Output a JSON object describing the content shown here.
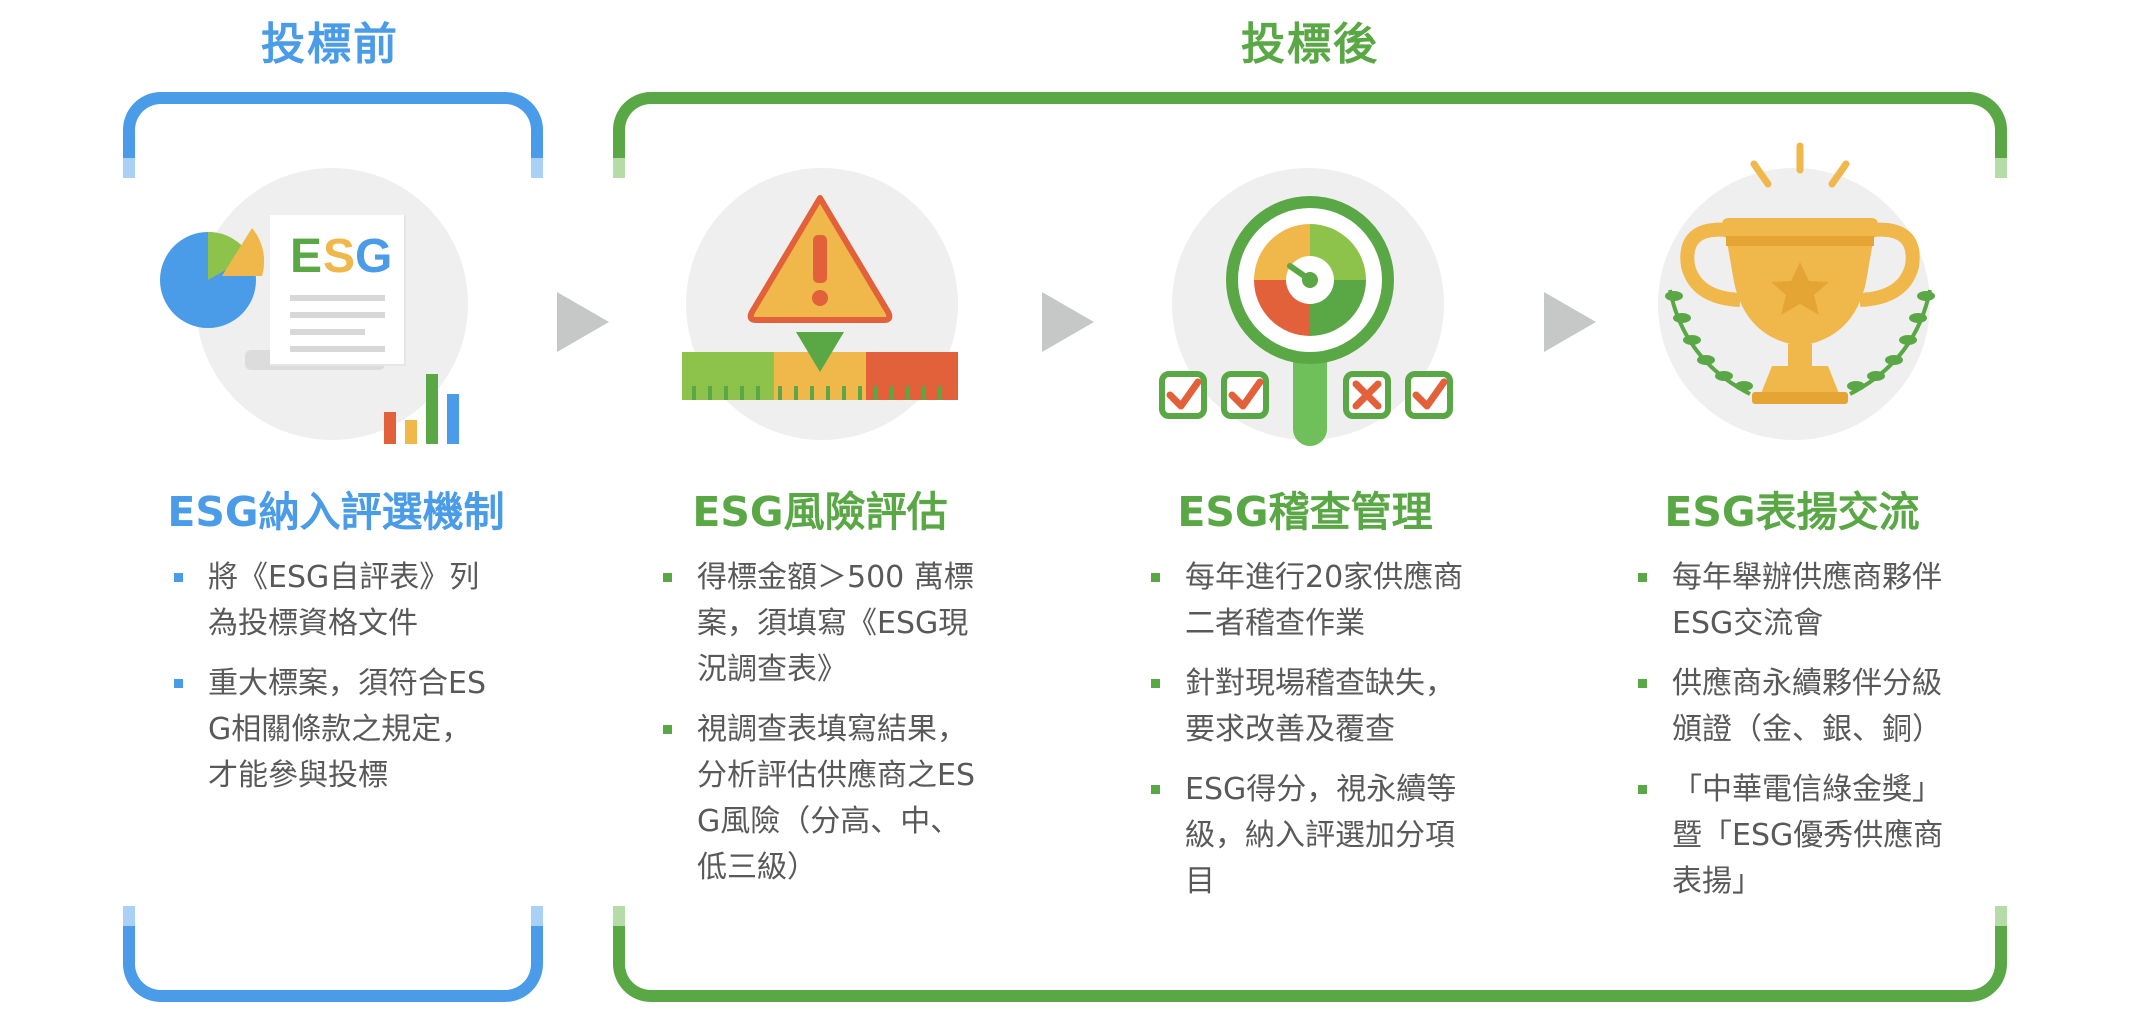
{
  "phases": {
    "before": "投標前",
    "after": "投標後"
  },
  "colors": {
    "before_accent": "#4a9be8",
    "after_accent": "#5aa845",
    "arrow": "#c6c8c8",
    "icon_bg": "#efefef",
    "text": "#595959"
  },
  "icons": {
    "stage1": "esg-document-chart-icon",
    "stage2": "risk-warning-gauge-icon",
    "stage3": "magnifier-audit-checklist-icon",
    "stage4": "trophy-laurel-icon"
  },
  "icon_text": {
    "esg_doc": [
      "E",
      "S",
      "G"
    ]
  },
  "stages": [
    {
      "title": "ESG納入評選機制",
      "bullets": [
        "將《ESG自評表》列為投標資格文件",
        "重大標案，須符合ESG相關條款之規定，才能參與投標"
      ]
    },
    {
      "title": "ESG風險評估",
      "bullets": [
        "得標金額＞500 萬標案，須填寫《ESG現況調查表》",
        "視調查表填寫結果，分析評估供應商之ESG風險（分高、中、低三級）"
      ]
    },
    {
      "title": "ESG稽查管理",
      "bullets": [
        "每年進行20家供應商二者稽查作業",
        "針對現場稽查缺失，要求改善及覆查",
        "ESG得分，視永續等級，納入評選加分項目"
      ]
    },
    {
      "title": "ESG表揚交流",
      "bullets": [
        "每年舉辦供應商夥伴ESG交流會",
        "供應商永續夥伴分級頒證（金、銀、銅）",
        "「中華電信綠金獎」暨「ESG優秀供應商表揚」"
      ]
    }
  ]
}
